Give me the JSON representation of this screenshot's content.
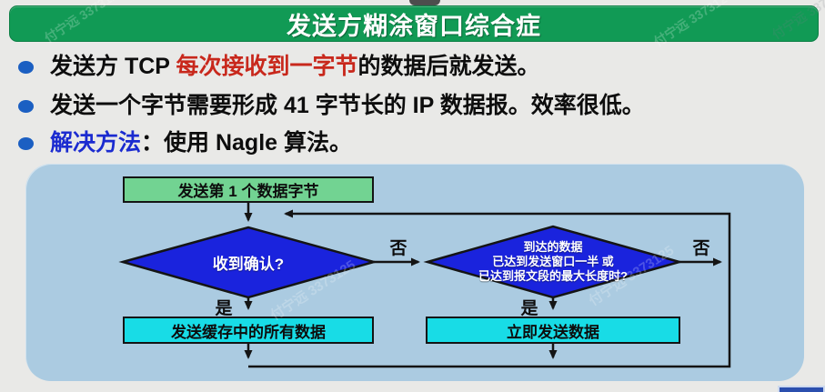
{
  "title": "发送方糊涂窗口综合症",
  "bullets": {
    "b1": {
      "t1": "发送方 TCP ",
      "red": "每次接收到一字节",
      "t2": "的数据后就发送。"
    },
    "b2": {
      "t1": "发送一个字节需要形成 41 字节长的 IP 数据报。效率很低。"
    },
    "b3": {
      "blue": "解决方法",
      "t1": "：使用 Nagle 算法。"
    }
  },
  "flowchart": {
    "start_box": "发送第 1 个数据字节",
    "decision1": "收到确认?",
    "decision2_line1": "到达的数据",
    "decision2_line2": "已达到发送窗口一半 或",
    "decision2_line3": "已达到报文段的最大长度时?",
    "action1": "发送缓存中的所有数据",
    "action2": "立即发送数据",
    "label_yes": "是",
    "label_no": "否"
  },
  "watermark": "付宁远 3373125",
  "colors": {
    "page_bg": "#e9e9e7",
    "title_green": "#119a55",
    "title_border": "#0c7f45",
    "text_black": "#0d0d0d",
    "accent_red": "#c8281c",
    "accent_blue": "#1b2bd0",
    "bullet_dot": "#1b5fc2",
    "panel_bg": "#abcbe1",
    "node_green": "#72d392",
    "node_cyan": "#18dce6",
    "diamond_blue": "#1a23dd",
    "line_black": "#141414",
    "logo_blue": "#2b4fae"
  }
}
